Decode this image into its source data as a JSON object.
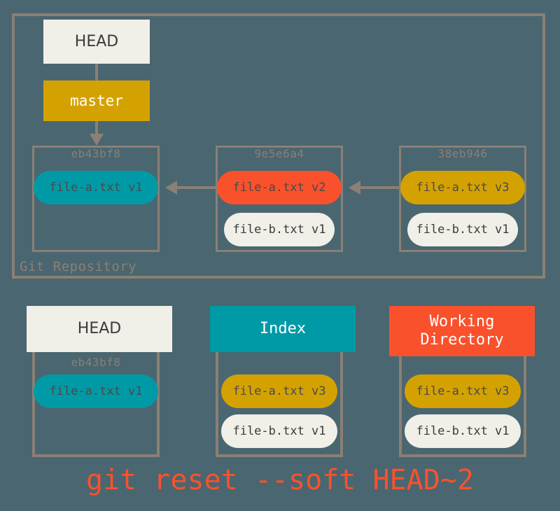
{
  "diagram": {
    "background_color": "#4a6670",
    "frame_color": "#8a8075",
    "caption": "git reset --soft HEAD~2"
  },
  "repository": {
    "label": "Git Repository",
    "refs": [
      {
        "name": "HEAD",
        "label": "HEAD",
        "color": "#f0efe8"
      },
      {
        "name": "master",
        "label": "master",
        "color": "#d4a200"
      }
    ],
    "commits": [
      {
        "hash": "eb43bf8",
        "files": [
          {
            "label": "file-a.txt v1",
            "color": "#009aa6"
          }
        ]
      },
      {
        "hash": "9e5e6a4",
        "files": [
          {
            "label": "file-a.txt v2",
            "color": "#f9512c"
          },
          {
            "label": "file-b.txt v1",
            "color": "#f0efe8"
          }
        ]
      },
      {
        "hash": "38eb946",
        "files": [
          {
            "label": "file-a.txt v3",
            "color": "#d4a200"
          },
          {
            "label": "file-b.txt v1",
            "color": "#f0efe8"
          }
        ]
      }
    ]
  },
  "areas": [
    {
      "title": "HEAD",
      "header_color": "#f0efe8",
      "hash": "eb43bf8",
      "files": [
        {
          "label": "file-a.txt v1",
          "color": "#009aa6"
        }
      ]
    },
    {
      "title": "Index",
      "header_color": "#009aa6",
      "hash": "",
      "files": [
        {
          "label": "file-a.txt v3",
          "color": "#d4a200"
        },
        {
          "label": "file-b.txt v1",
          "color": "#f0efe8"
        }
      ]
    },
    {
      "title_line1": "Working",
      "title_line2": "Directory",
      "header_color": "#f9512c",
      "hash": "",
      "files": [
        {
          "label": "file-a.txt v3",
          "color": "#d4a200"
        },
        {
          "label": "file-b.txt v1",
          "color": "#f0efe8"
        }
      ]
    }
  ]
}
